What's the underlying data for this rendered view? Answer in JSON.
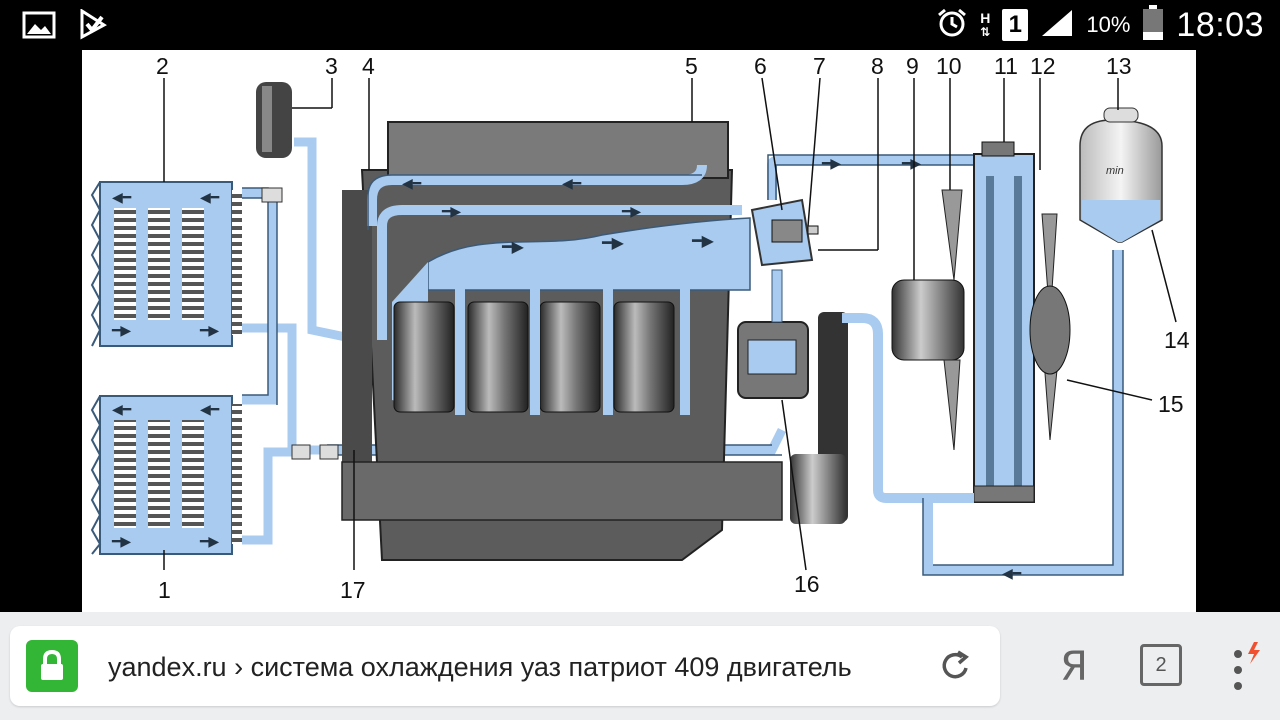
{
  "status_bar": {
    "time": "18:03",
    "battery_percent": "10%",
    "sim_slot": "1",
    "network_label": "H",
    "icons": [
      "gallery-icon",
      "download-check-icon",
      "alarm-icon",
      "data-transfer-icon",
      "signal-icon",
      "battery-icon"
    ]
  },
  "diagram": {
    "labels": [
      "1",
      "2",
      "3",
      "4",
      "5",
      "6",
      "7",
      "8",
      "9",
      "10",
      "11",
      "12",
      "13",
      "14",
      "15",
      "16",
      "17"
    ],
    "tank_text": "min",
    "colors": {
      "coolant": "#a8cbef",
      "metal": "#6e6e6e",
      "pipe_outline": "#3a5a7a"
    }
  },
  "browser": {
    "url": "yandex.ru › система охлаждения уаз патриот 409 двигатель",
    "yandex_button": "Я",
    "tab_count": "2",
    "icons": [
      "lock-icon",
      "reload-icon",
      "menu-icon"
    ]
  }
}
